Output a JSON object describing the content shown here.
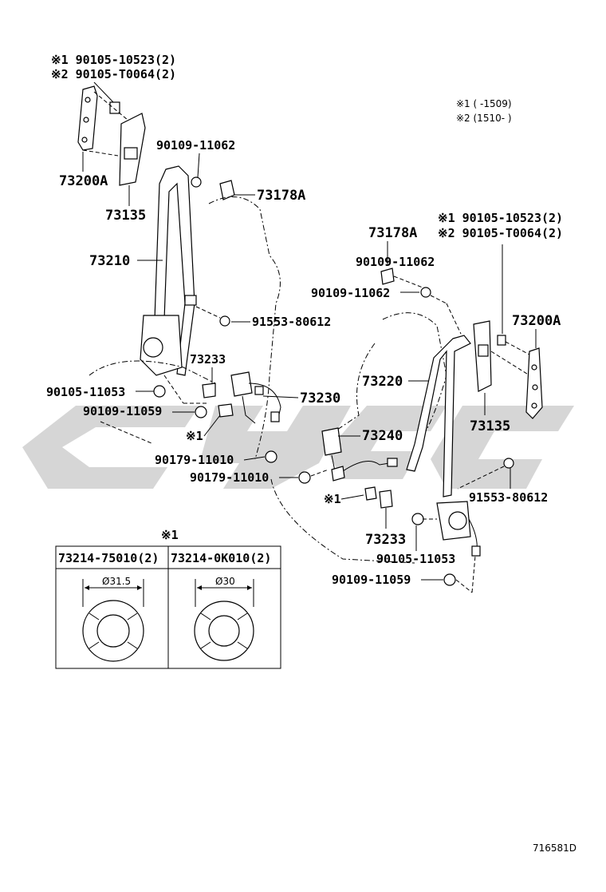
{
  "legend_notes": {
    "note1": "※1 (      -1509)",
    "note2": "※2 (1510-      )"
  },
  "left_assembly": {
    "bolt_alt1": "※1 90105-10523(2)",
    "bolt_alt2": "※2 90105-T0064(2)",
    "p73200A": "73200A",
    "p73135": "73135",
    "p90109_11062": "90109-11062",
    "p73178A": "73178A",
    "p73210": "73210",
    "p91553_80612": "91553-80612",
    "p73233": "73233",
    "p90105_11053": "90105-11053",
    "p90109_11059": "90109-11059",
    "p73230": "73230",
    "note_mark": "※1",
    "p90179_11010": "90179-11010"
  },
  "right_assembly": {
    "bolt_alt1": "※1 90105-10523(2)",
    "bolt_alt2": "※2 90105-T0064(2)",
    "p73178A": "73178A",
    "p90109_11062a": "90109-11062",
    "p90109_11062b": "90109-11062",
    "p73200A": "73200A",
    "p73220": "73220",
    "p73135": "73135",
    "p73240": "73240",
    "p90179_11010": "90179-11010",
    "p91553_80612": "91553-80612",
    "note_mark": "※1",
    "p73233": "73233",
    "p90105_11053": "90105-11053",
    "p90109_11059": "90109-11059"
  },
  "inset_table": {
    "note_mark": "※1",
    "col1": "73214-75010(2)",
    "col2": "73214-0K010(2)",
    "dim1": "Ø31.5",
    "dim2": "Ø30"
  },
  "drawing_code": "716581D"
}
